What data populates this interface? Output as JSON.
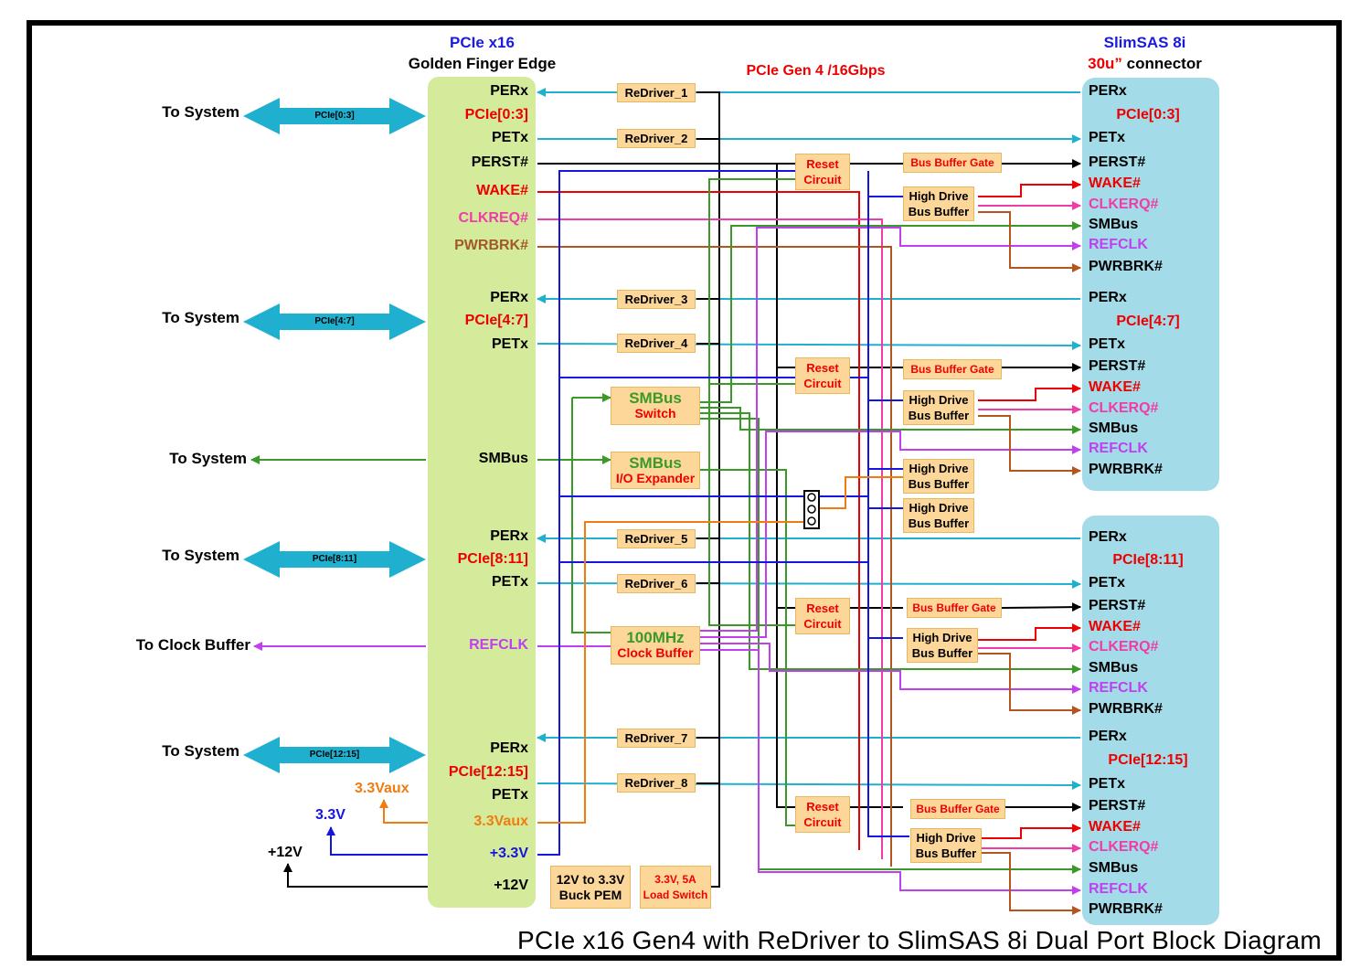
{
  "title": "PCIe x16 Gen4 with ReDriver to SlimSAS 8i Dual Port Block Diagram",
  "speed_label": "PCIe Gen 4 /16Gbps",
  "left_block": {
    "title_line1": "PCIe x16",
    "title_line2": "Golden Finger Edge"
  },
  "right_block": {
    "title_line1": "SlimSAS 8i",
    "title_line2_red": "30u”",
    "title_line2_black": " connector"
  },
  "left_pins": [
    "PERx",
    "PCIe[0:3]",
    "PETx",
    "PERST#",
    "WAKE#",
    "CLKREQ#",
    "PWRBRK#",
    "PERx",
    "PCIe[4:7]",
    "PETx",
    "SMBus",
    "PERx",
    "PCIe[8:11]",
    "PETx",
    "REFCLK",
    "PERx",
    "PCIe[12:15]",
    "PETx",
    "3.3Vaux",
    "+3.3V",
    "+12V"
  ],
  "right_port1_pins": [
    "PERx",
    "PCIe[0:3]",
    "PETx",
    "PERST#",
    "WAKE#",
    "CLKERQ#",
    "SMBus",
    "REFCLK",
    "PWRBRK#",
    "PERx",
    "PCIe[4:7]",
    "PETx",
    "PERST#",
    "WAKE#",
    "CLKERQ#",
    "SMBus",
    "REFCLK",
    "PWRBRK#"
  ],
  "right_port2_pins": [
    "PERx",
    "PCIe[8:11]",
    "PETx",
    "PERST#",
    "WAKE#",
    "CLKERQ#",
    "SMBus",
    "REFCLK",
    "PWRBRK#",
    "PERx",
    "PCIe[12:15]",
    "PETx",
    "PERST#",
    "WAKE#",
    "CLKERQ#",
    "SMBus",
    "REFCLK",
    "PWRBRK#"
  ],
  "external": {
    "to_system": "To System",
    "to_clock_buffer": "To Clock Buffer",
    "arrow_labels": [
      "PCIe[0:3]",
      "PCIe[4:7]",
      "PCIe[8:11]",
      "PCIe[12:15]"
    ],
    "rail_3v3aux": "3.3Vaux",
    "rail_3v3": "3.3V",
    "rail_12v": "+12V"
  },
  "redrivers": [
    "ReDriver_1",
    "ReDriver_2",
    "ReDriver_3",
    "ReDriver_4",
    "ReDriver_5",
    "ReDriver_6",
    "ReDriver_7",
    "ReDriver_8"
  ],
  "reset_circuit": [
    "Reset",
    "Circuit"
  ],
  "bus_buffer_gate": "Bus Buffer Gate",
  "high_drive_bus_buffer": [
    "High Drive",
    "Bus Buffer"
  ],
  "smbus_switch": [
    "SMBus",
    "Switch"
  ],
  "smbus_io_expander": [
    "SMBus",
    "I/O Expander"
  ],
  "clock_buffer": [
    "100MHz",
    "Clock Buffer"
  ],
  "buck_pem": [
    "12V to 3.3V",
    "Buck PEM"
  ],
  "load_switch": [
    "3.3V, 5A",
    "Load Switch"
  ],
  "colors": {
    "highspeed": "#1fb0d0",
    "black": "#000000",
    "red": "#ee0000",
    "magenta": "#f03ca8",
    "brown": "#b5551e",
    "green": "#3a9a28",
    "violet": "#c040f0",
    "blue": "#1515e0",
    "orange": "#f07c10",
    "left_block": "#d5eb9c",
    "right_block": "#a3dce8",
    "box": "#fdd79a"
  }
}
